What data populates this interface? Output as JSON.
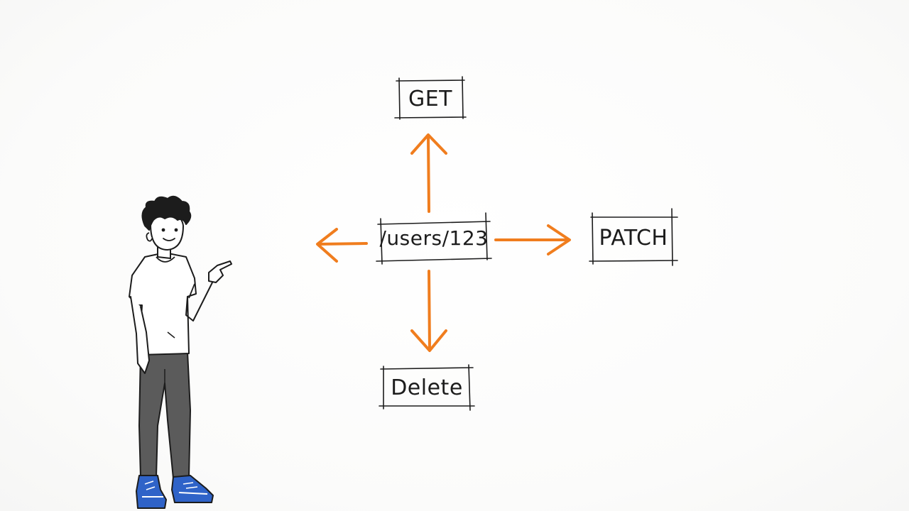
{
  "diagram": {
    "center_node": {
      "label": "/users/123"
    },
    "top_node": {
      "label": "GET"
    },
    "right_node": {
      "label": "PATCH"
    },
    "bottom_node": {
      "label": "Delete"
    }
  },
  "colors": {
    "arrow": "#f07d1e",
    "ink": "#1c1c1c",
    "shirt": "#ffffff",
    "pants": "#5b5b5b",
    "shoes": "#2f63c8"
  },
  "icons": {
    "figure": "person-pointing-icon"
  }
}
